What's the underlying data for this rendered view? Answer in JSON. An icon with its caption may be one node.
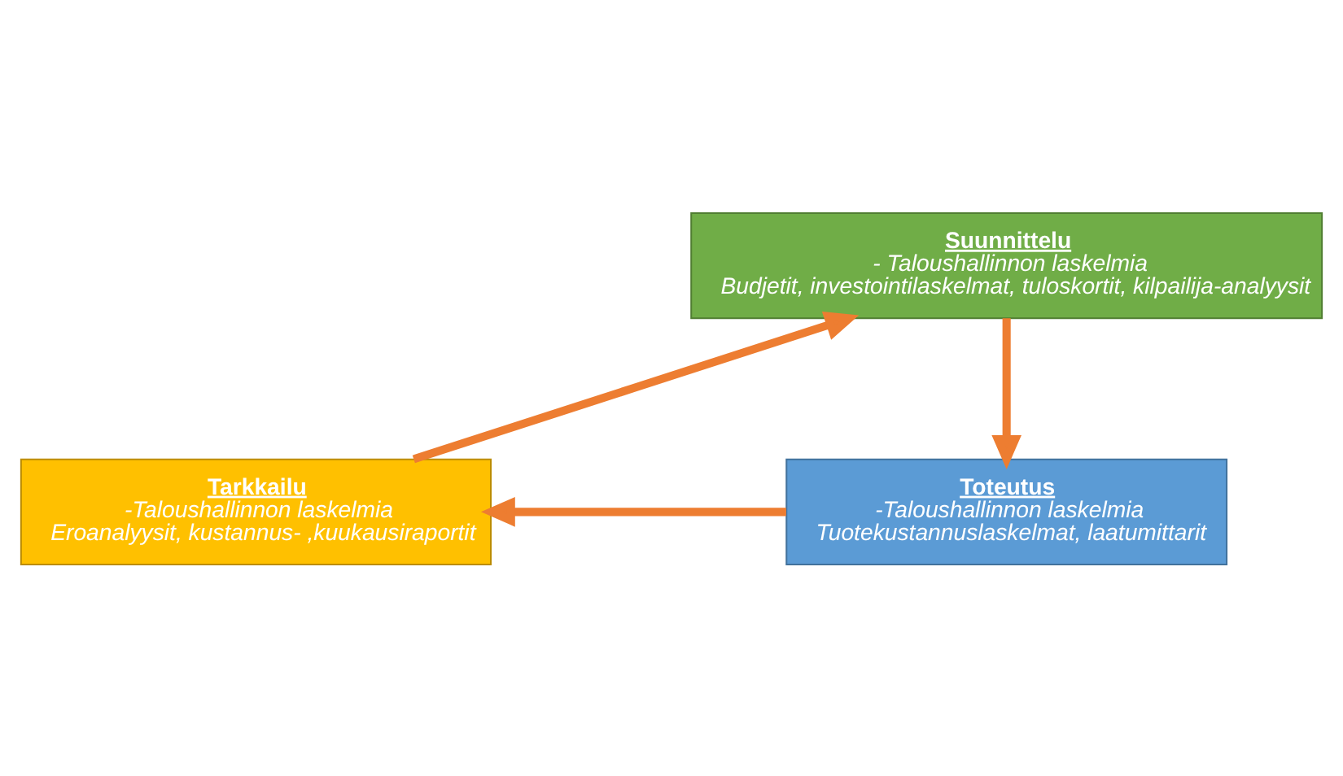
{
  "diagram": {
    "nodes": [
      {
        "text": [
          "Suunnittelu",
          "- Taloushallinnon laskelmia",
          "Budjetit, investointilaskelmat, tuloskortit, kilpailija-analyysit"
        ]
      },
      {
        "text": [
          "Toteutus",
          "-Taloushallinnon laskelmia",
          "Tuotekustannuslaskelmat, laatumittarit"
        ]
      },
      {
        "text": [
          "Tarkkailu",
          "-Taloushallinnon laskelmia",
          "Eroanalyysit, kustannus- ,kuukausiraportit"
        ]
      }
    ],
    "edges": [
      {
        "from": 0,
        "to": 1,
        "arrow": "to"
      },
      {
        "from": 1,
        "to": 2,
        "arrow": "to"
      },
      {
        "from": 2,
        "to": 0,
        "arrow": "to"
      }
    ]
  }
}
